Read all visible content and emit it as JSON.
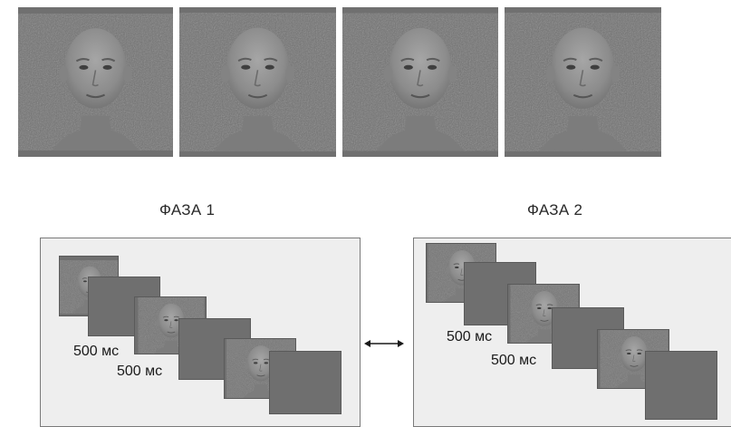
{
  "stimuli": [
    {
      "id": "face-1",
      "expression": "smile"
    },
    {
      "id": "face-2",
      "expression": "neutral"
    },
    {
      "id": "face-3",
      "expression": "slight-smile"
    },
    {
      "id": "face-4",
      "expression": "neutral"
    }
  ],
  "phases": [
    {
      "title": "ФАЗА 1",
      "timings": [
        "500 мс",
        "500 мс"
      ]
    },
    {
      "title": "ФАЗА 2",
      "timings": [
        "500 мс",
        "500 мс"
      ]
    }
  ],
  "connector_icon": "double-arrow-icon",
  "colors": {
    "noise_gray": "#707070",
    "panel_bg": "#eeeeee"
  }
}
